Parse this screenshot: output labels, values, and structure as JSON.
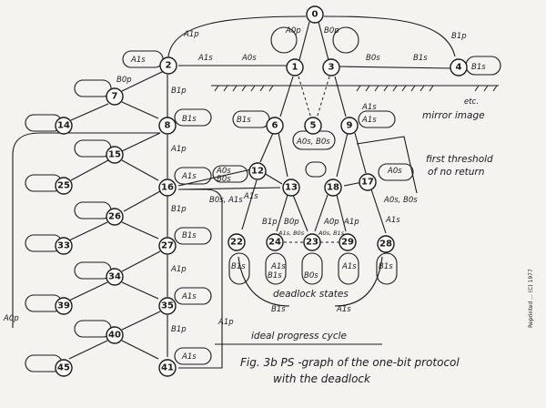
{
  "caption": {
    "line1": "Fig. 3b PS -graph of the one-bit protocol",
    "line2": "with the deadlock"
  },
  "annotations": {
    "mirror": "mirror image",
    "etc": "etc.",
    "threshold_line1": "first threshold",
    "threshold_line2": "of no return",
    "deadlock": "deadlock states",
    "progress": "ideal progress cycle",
    "aop_left": "A0p",
    "a1p_bottom": "A1p"
  },
  "side_margin_text": "Reprinted ... (C) 1977",
  "nodes": [
    {
      "id": "0"
    },
    {
      "id": "1"
    },
    {
      "id": "2"
    },
    {
      "id": "3"
    },
    {
      "id": "4"
    },
    {
      "id": "5"
    },
    {
      "id": "6"
    },
    {
      "id": "7"
    },
    {
      "id": "8"
    },
    {
      "id": "9"
    },
    {
      "id": "12"
    },
    {
      "id": "13"
    },
    {
      "id": "14"
    },
    {
      "id": "15"
    },
    {
      "id": "16"
    },
    {
      "id": "17"
    },
    {
      "id": "18"
    },
    {
      "id": "22"
    },
    {
      "id": "23"
    },
    {
      "id": "24"
    },
    {
      "id": "25"
    },
    {
      "id": "26"
    },
    {
      "id": "27"
    },
    {
      "id": "28"
    },
    {
      "id": "29"
    },
    {
      "id": "33"
    },
    {
      "id": "34"
    },
    {
      "id": "35"
    },
    {
      "id": "39"
    },
    {
      "id": "40"
    },
    {
      "id": "41"
    },
    {
      "id": "45"
    }
  ],
  "edge_labels": [
    "A1p",
    "A0p",
    "B0p",
    "B1p",
    "A1s",
    "A0s",
    "B0s",
    "B1s",
    "A1s",
    "B0p",
    "B1p",
    "A1p",
    "B1s",
    "A1s",
    "A0s, B0s",
    "A0s",
    "B0s",
    "A1s",
    "B1s",
    "A0s",
    "B0s, A1s",
    "A0s, B0s",
    "A1s",
    "B1p",
    "B0p",
    "A0p",
    "A1p",
    "A1s, B0s",
    "A0s, B1s",
    "B1s",
    "A1s",
    "B1s",
    "B0s",
    "A1s",
    "B1s",
    "A1s",
    "B1p",
    "A1p",
    "A1s",
    "B1p",
    "B1s",
    "A1s",
    "A1s",
    "B1s",
    "A1s",
    "B1s"
  ]
}
